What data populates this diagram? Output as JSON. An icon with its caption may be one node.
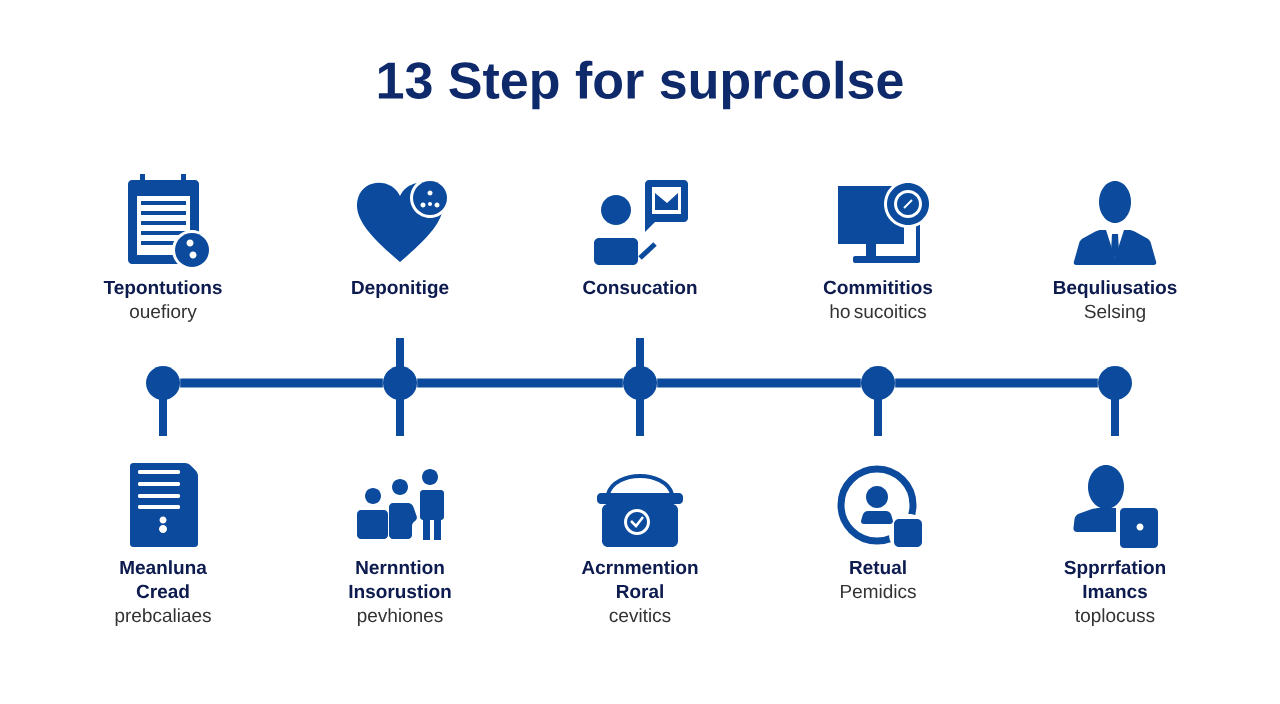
{
  "diagram": {
    "title": "13 Step for suprcolse",
    "nodes": [
      {
        "text": [
          "Tepontutions",
          "ouefiory"
        ]
      },
      {
        "text": [
          "Deponitige"
        ]
      },
      {
        "text": [
          "Consucation"
        ]
      },
      {
        "text": [
          "Commititios",
          "ho sucoitics"
        ]
      },
      {
        "text": [
          "Bequliusatios",
          "Selsing"
        ]
      },
      {
        "text": [],
        "shape": "circle"
      },
      {
        "text": [],
        "shape": "circle"
      },
      {
        "text": [],
        "shape": "circle"
      },
      {
        "text": [],
        "shape": "circle"
      },
      {
        "text": [],
        "shape": "circle"
      },
      {
        "text": [
          "Meanluna Cread",
          "prebcaliaes"
        ]
      },
      {
        "text": [
          "Nernntion Insorustion",
          "pevhiones"
        ]
      },
      {
        "text": [
          "Acrnmention Roral",
          "cevitics"
        ]
      },
      {
        "text": [
          "Retual",
          "Pemidics"
        ]
      },
      {
        "text": [
          "Spprrfation Imancs",
          "toplocuss"
        ]
      }
    ],
    "edges": [
      {
        "from": 5,
        "to": 6,
        "arrow": "none"
      },
      {
        "from": 6,
        "to": 7,
        "arrow": "none"
      },
      {
        "from": 7,
        "to": 8,
        "arrow": "none"
      },
      {
        "from": 8,
        "to": 9,
        "arrow": "none"
      }
    ]
  }
}
